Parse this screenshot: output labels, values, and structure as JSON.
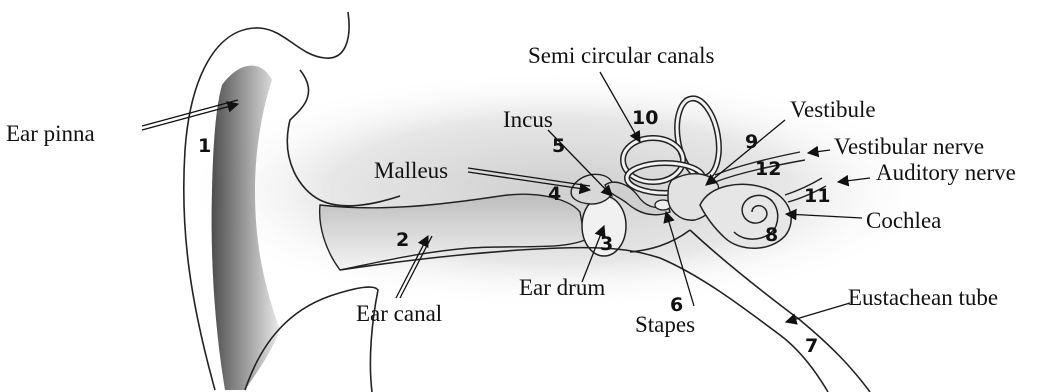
{
  "labels": {
    "ear_pinna": "Ear pinna",
    "semicircular_canals": "Semi circular canals",
    "incus": "Incus",
    "vestibule": "Vestibule",
    "vestibular_nerve": "Vestibular nerve",
    "auditory_nerve": "Auditory nerve",
    "malleus": "Malleus",
    "cochlea": "Cochlea",
    "ear_drum": "Ear drum",
    "ear_canal": "Ear canal",
    "stapes": "Stapes",
    "eustachean_tube": "Eustachean tube"
  },
  "numbers": {
    "n1": "1",
    "n2": "2",
    "n3": "3",
    "n4": "4",
    "n5": "5",
    "n6": "6",
    "n7": "7",
    "n8": "8",
    "n9": "9",
    "n10": "10",
    "n11": "11",
    "n12": "12"
  }
}
